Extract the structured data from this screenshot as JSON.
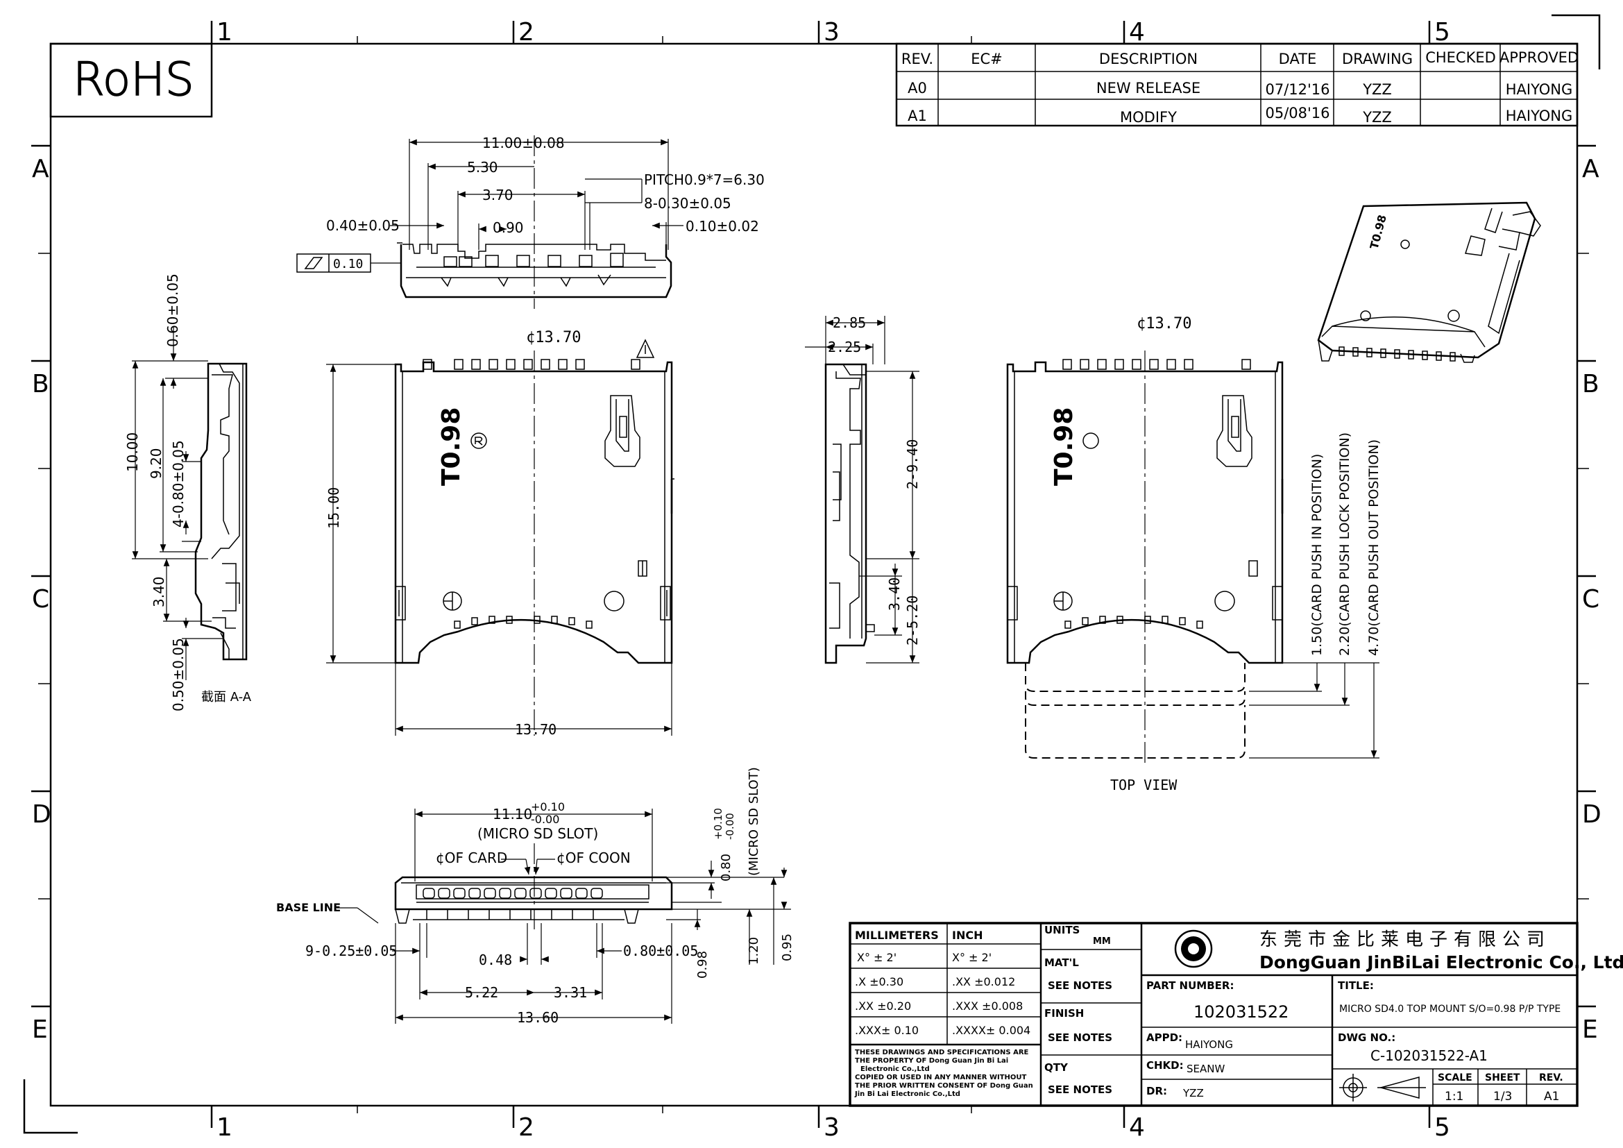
{
  "rohs": "RoHS",
  "grid": {
    "cols": [
      "1",
      "2",
      "3",
      "4",
      "5"
    ],
    "rows": [
      "A",
      "B",
      "C",
      "D",
      "E"
    ]
  },
  "revision": {
    "headers": [
      "REV.",
      "EC#",
      "DESCRIPTION",
      "DATE",
      "DRAWING",
      "CHECKED",
      "APPROVED"
    ],
    "rows": [
      [
        "A0",
        "",
        "NEW RELEASE",
        "07/12'16",
        "YZZ",
        "",
        "HAIYONG"
      ],
      [
        "A1",
        "",
        "MODIFY",
        "05/08'16",
        "YZZ",
        "",
        "HAIYONG"
      ]
    ]
  },
  "flatness": "0.10",
  "top_dims": {
    "overall": "11.00±0.08",
    "d530": "5.30",
    "d370": "3.70",
    "pitch": "PITCH0.9*7=6.30",
    "pins": "8-0.30±0.05",
    "d040": "0.40±0.05",
    "d090": "0.90",
    "d010": "0.10±0.02"
  },
  "center_label": "¢13.70",
  "center_label_right": "¢13.70",
  "body_mark": "T0.98",
  "section": {
    "d060": "0.60±0.05",
    "d1000": "10.00",
    "d920": "9.20",
    "d4080": "4-0.80±0.05",
    "d340": "3.40",
    "d050": "0.50±0.05",
    "caption": "截面 A-A"
  },
  "front": {
    "height": "15.00",
    "width": "13.70"
  },
  "side": {
    "d285": "2.85",
    "d225": "2.25",
    "d940": "2-9.40",
    "d340": "3.40",
    "d520": "2-5.20"
  },
  "topview": {
    "caption": "TOP VIEW",
    "p1": "1.50(CARD PUSH IN POSITION)",
    "p2": "2.20(CARD PUSH LOCK POSITION)",
    "p3": "4.70(CARD PUSH OUT POSITION)"
  },
  "bottom": {
    "slot_main": "11.10",
    "slot_plus": "+0.10",
    "slot_minus": "-0.00",
    "slot_caption": "(MICRO SD SLOT)",
    "cl_card": "¢OF CARD",
    "cl_coon": "¢OF COON",
    "base_line": "BASE LINE",
    "v_main": "0.80",
    "v_plus": "+0.10",
    "v_minus": "-0.00",
    "v_caption": "(MICRO SD SLOT)",
    "pins": "9-0.25±0.05",
    "d048": "0.48",
    "d080": "0.80±0.05",
    "d098": "0.98",
    "d120": "1.20",
    "d095": "0.95",
    "d522": "5.22",
    "d331": "3.31",
    "d1360": "13.60"
  },
  "title_block": {
    "tol_head_mm": "MILLIMETERS",
    "tol_head_in": "INCH",
    "tol_rows": [
      [
        "X° ± 2'",
        "X° ± 2'"
      ],
      [
        ".X ±0.30",
        ".XX ±0.012"
      ],
      [
        ".XX ±0.20",
        ".XXX ±0.008"
      ],
      [
        ".XXX± 0.10",
        ".XXXX± 0.004"
      ]
    ],
    "notice": [
      "THESE DRAWINGS AND SPECIFICATIONS ARE",
      "THE PROPERTY OF Dong Guan Jin Bi Lai",
      "Electronic Co.,Ltd",
      "COPIED OR USED IN ANY MANNER WITHOUT",
      "THE PRIOR WRITTEN CONSENT OF Dong Guan",
      "Jin Bi Lai Electronic Co.,Ltd"
    ],
    "units_label": "UNITS",
    "units_value": "MM",
    "matl_label": "MAT'L",
    "matl_value": "SEE NOTES",
    "finish_label": "FINISH",
    "finish_value": "SEE NOTES",
    "qty_label": "QTY",
    "qty_value": "SEE NOTES",
    "company_cn": "东莞市金比莱电子有限公司",
    "company_en": "DongGuan JinBiLai Electronic Co., Ltd",
    "part_label": "PART NUMBER:",
    "part_value": "102031522",
    "title_label": "TITLE:",
    "title_value": "MICRO SD4.0 TOP MOUNT S/O=0.98 P/P TYPE",
    "appd_label": "APPD:",
    "appd_value": "HAIYONG",
    "chkd_label": "CHKD:",
    "chkd_value": "SEANW",
    "dr_label": "DR:",
    "dr_value": "YZZ",
    "dwg_label": "DWG NO.:",
    "dwg_value": "C-102031522-A1",
    "scale_label": "SCALE",
    "scale_value": "1:1",
    "sheet_label": "SHEET",
    "sheet_value": "1/3",
    "rev_label": "REV.",
    "rev_value": "A1"
  }
}
